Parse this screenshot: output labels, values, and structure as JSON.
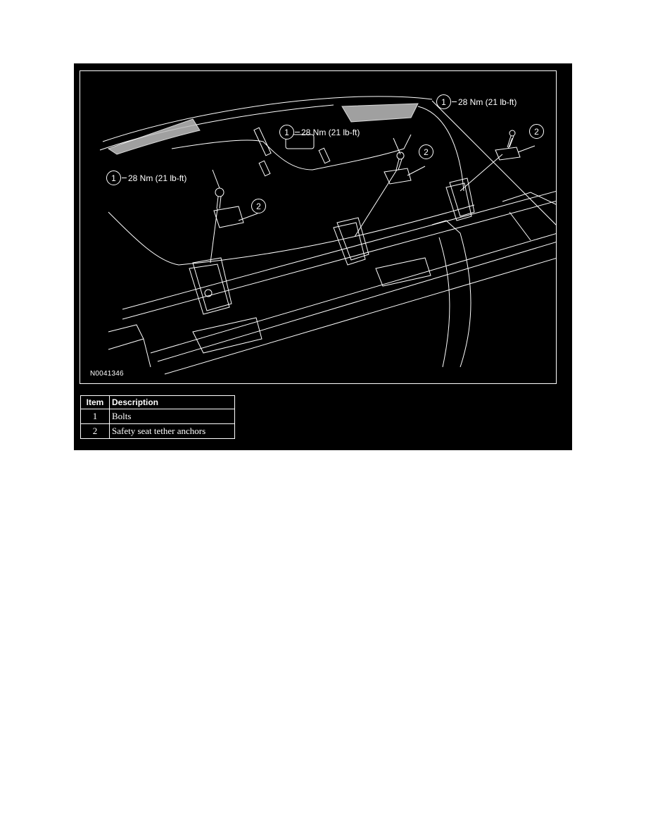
{
  "figure": {
    "id_label": "N0041346",
    "callouts": [
      {
        "number": "1",
        "label": "28 Nm (21 lb-ft)",
        "position": "left"
      },
      {
        "number": "1",
        "label": "28 Nm (21 lb-ft)",
        "position": "middle"
      },
      {
        "number": "1",
        "label": "28 Nm (21 lb-ft)",
        "position": "right"
      },
      {
        "number": "2",
        "position": "left"
      },
      {
        "number": "2",
        "position": "middle"
      },
      {
        "number": "2",
        "position": "right"
      }
    ]
  },
  "legend": {
    "headers": {
      "item": "Item",
      "description": "Description"
    },
    "rows": [
      {
        "item": "1",
        "description": "Bolts"
      },
      {
        "item": "2",
        "description": "Safety seat tether anchors"
      }
    ]
  },
  "colors": {
    "background": "#000000",
    "line": "#ffffff",
    "page": "#ffffff"
  }
}
